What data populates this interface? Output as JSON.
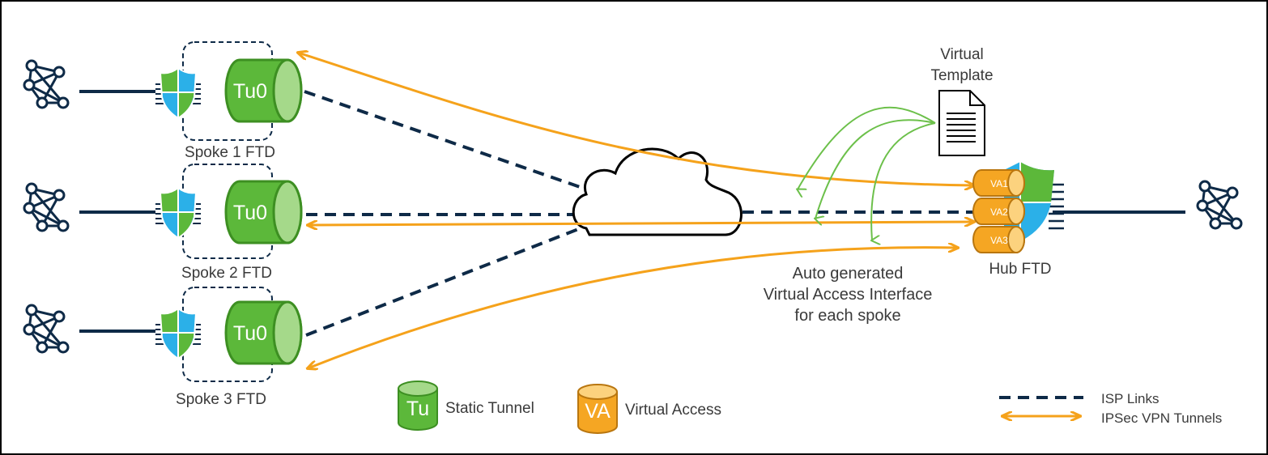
{
  "colors": {
    "isp": "#0e2a47",
    "vpn": "#f5a21b",
    "template_arrow": "#6cc04a",
    "tunnel_green": "#5cb83a",
    "va_orange": "#f5a623",
    "label": "#3a3a3a"
  },
  "spokes": [
    {
      "name": "Spoke 1 FTD",
      "tunnel": "Tu0"
    },
    {
      "name": "Spoke 2 FTD",
      "tunnel": "Tu0"
    },
    {
      "name": "Spoke 3 FTD",
      "tunnel": "Tu0"
    }
  ],
  "hub": {
    "name": "Hub FTD",
    "virtual_access": [
      "VA1",
      "VA2",
      "VA3"
    ]
  },
  "template": {
    "line1": "Virtual",
    "line2": "Template"
  },
  "annotation": {
    "line1": "Auto generated",
    "line2": "Virtual Access Interface",
    "line3": "for each spoke"
  },
  "legend": {
    "static_tunnel_icon": "Tu",
    "static_tunnel": "Static Tunnel",
    "virtual_access_icon": "VA",
    "virtual_access": "Virtual Access",
    "isp_links": "ISP Links",
    "ipsec": "IPSec VPN Tunnels"
  },
  "icons": [
    "network-icon",
    "firewall-shield-icon",
    "cloud-icon",
    "document-icon"
  ]
}
